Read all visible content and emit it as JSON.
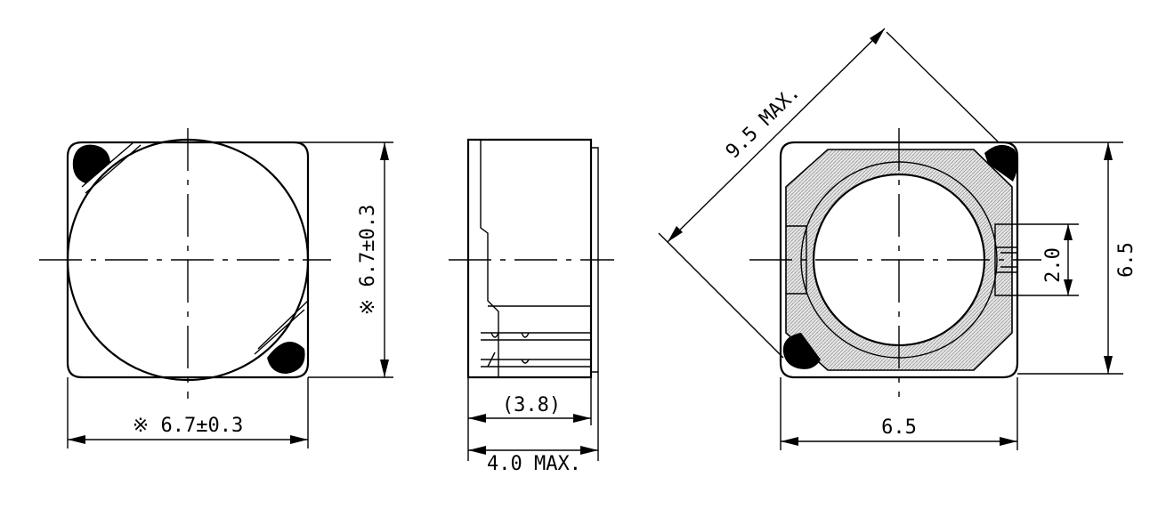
{
  "front_view": {
    "width_dim": "※ 6.7±0.3",
    "height_dim": "※ 6.7±0.3"
  },
  "side_view": {
    "body_dim": "(3.8)",
    "max_dim": "4.0 MAX."
  },
  "bottom_view": {
    "diagonal_dim": "9.5 MAX.",
    "width_dim": "6.5",
    "height_dim": "6.5",
    "slot_dim": "2.0"
  }
}
